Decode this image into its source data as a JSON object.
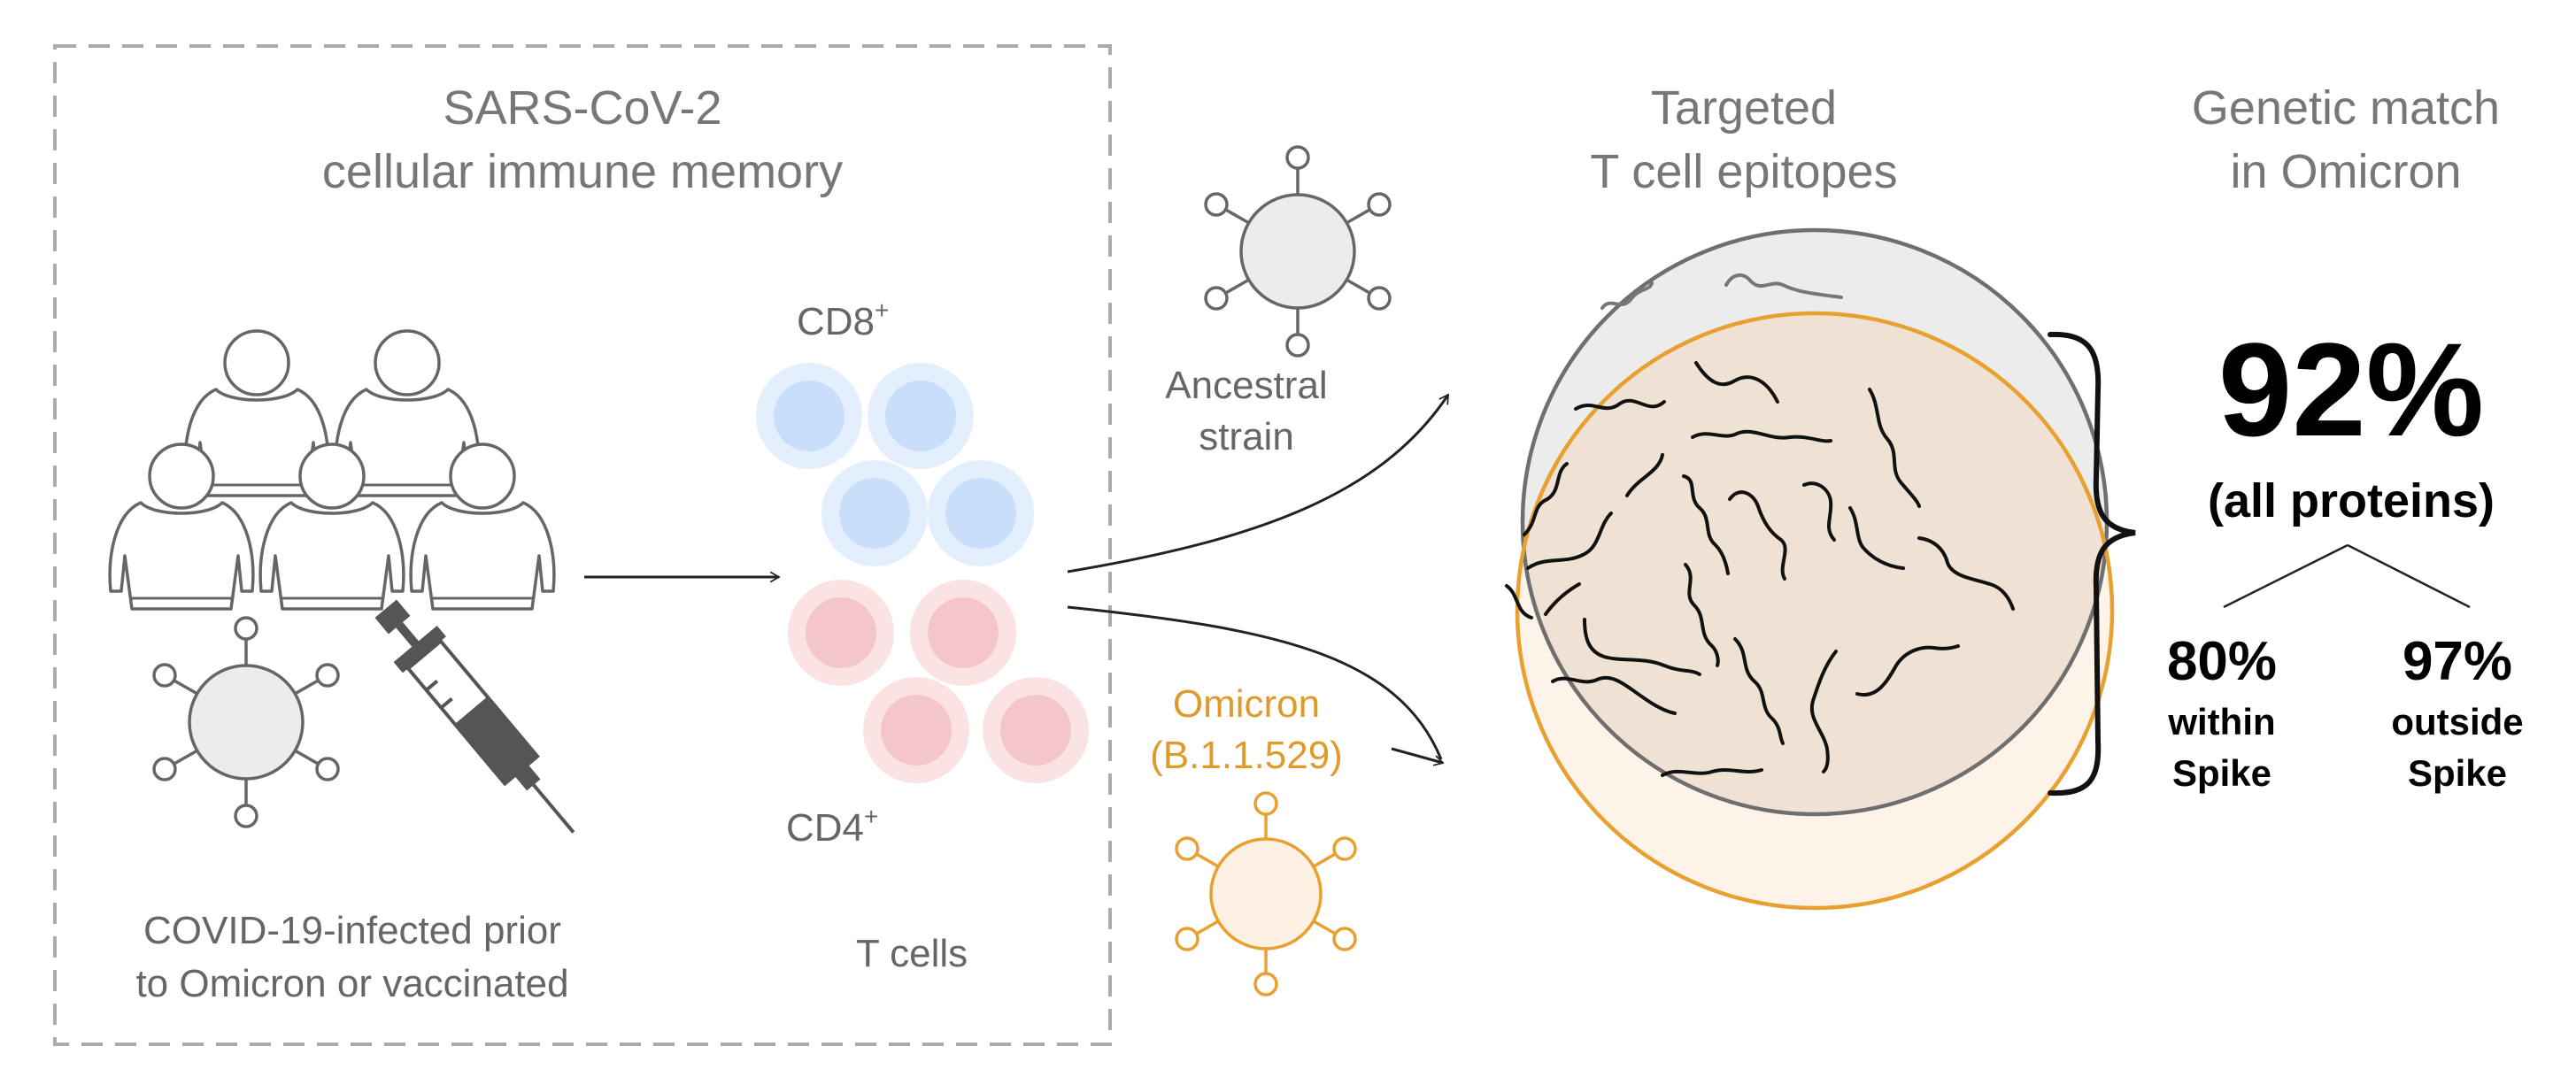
{
  "left_panel": {
    "title_line1": "SARS-CoV-2",
    "title_line2": "cellular immune memory",
    "people_caption_line1": "COVID-19-infected prior",
    "people_caption_line2": "to Omicron or vaccinated",
    "tcells_caption": "T cells",
    "cd8_label": "CD8",
    "cd8_sup": "+",
    "cd4_label": "CD4",
    "cd4_sup": "+"
  },
  "variants": {
    "ancestral_line1": "Ancestral",
    "ancestral_line2": "strain",
    "omicron_line1": "Omicron",
    "omicron_line2": "(B.1.1.529)"
  },
  "epitopes": {
    "title_line1": "Targeted",
    "title_line2": "T cell epitopes"
  },
  "genetic_match": {
    "title_line1": "Genetic match",
    "title_line2": "in Omicron",
    "overall_value": "92%",
    "overall_label": "(all proteins)",
    "within_value": "80%",
    "within_line1": "within",
    "within_line2": "Spike",
    "outside_value": "97%",
    "outside_line1": "outside",
    "outside_line2": "Spike"
  },
  "colors": {
    "cd8_blue": "#cfe3fb",
    "cd4_red": "#f7d3d5",
    "omicron_orange": "#e8a030",
    "ancestral_gray": "#6f6f6f",
    "overlap_fill": "#efe2d5",
    "gray_fill": "#ececec"
  }
}
